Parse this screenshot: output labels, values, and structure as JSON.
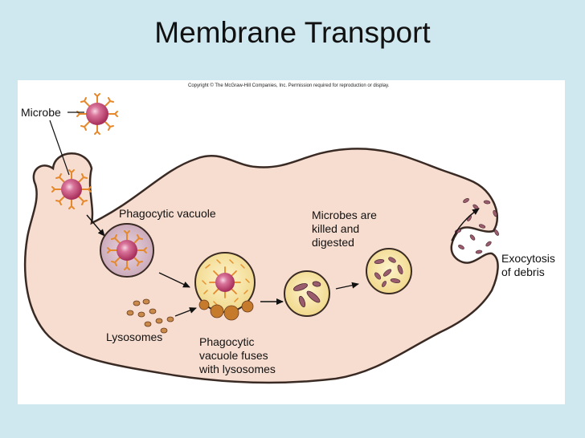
{
  "slide": {
    "title": "Membrane Transport"
  },
  "figure": {
    "copyright": "Copyright © The McGraw-Hill Companies, Inc. Permission required for reproduction or display.",
    "labels": {
      "microbe": "Microbe",
      "phagocytic_vacuole": "Phagocytic vacuole",
      "lysosomes": "Lysosomes",
      "vacuole_fuses_line1": "Phagocytic",
      "vacuole_fuses_line2": "vacuole fuses",
      "vacuole_fuses_line3": "with lysosomes",
      "microbes_killed_line1": "Microbes are",
      "microbes_killed_line2": "killed and",
      "microbes_killed_line3": "digested",
      "exocytosis_line1": "Exocytosis",
      "exocytosis_line2": "of debris"
    },
    "colors": {
      "background": "#cfe7ee",
      "cell": "#f7ddd0",
      "cell_outline": "#3a2a24",
      "microbe_body": "#c2507a",
      "microbe_spikes": "#e6882c",
      "vacuole_fill": "#d9b8c6",
      "lysosome_fill": "#f8e6a6",
      "lysosome_dots": "#e4932f",
      "debris": "#a06b7a"
    }
  }
}
